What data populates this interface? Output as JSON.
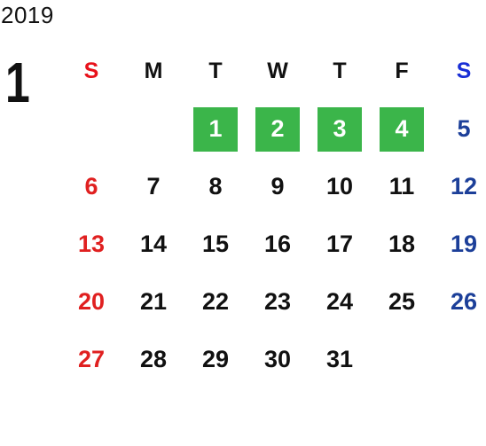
{
  "calendar": {
    "year": "2019",
    "month": "1",
    "weekdays": [
      "S",
      "M",
      "T",
      "W",
      "T",
      "F",
      "S"
    ],
    "weeks": [
      [
        "",
        "",
        "1",
        "2",
        "3",
        "4",
        "5"
      ],
      [
        "6",
        "7",
        "8",
        "9",
        "10",
        "11",
        "12"
      ],
      [
        "13",
        "14",
        "15",
        "16",
        "17",
        "18",
        "19"
      ],
      [
        "20",
        "21",
        "22",
        "23",
        "24",
        "25",
        "26"
      ],
      [
        "27",
        "28",
        "29",
        "30",
        "31",
        "",
        ""
      ]
    ],
    "highlighted_days": [
      "1",
      "2",
      "3",
      "4"
    ],
    "colors": {
      "sunday": "#e02020",
      "saturday": "#1c3f99",
      "highlight": "#3bb54a",
      "text": "#111111"
    }
  }
}
